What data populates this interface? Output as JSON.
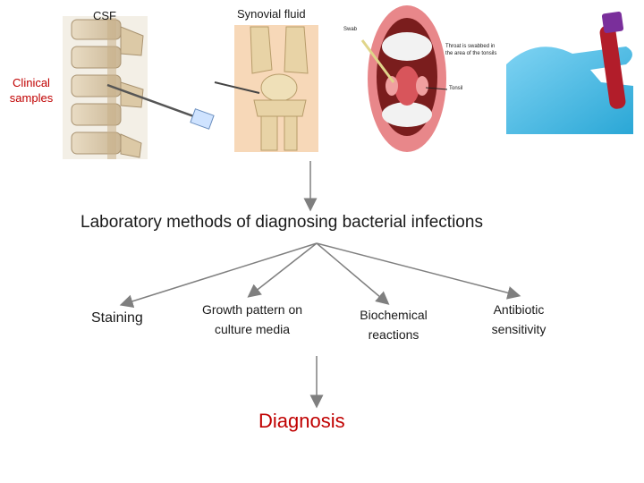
{
  "labels": {
    "csf": "CSF",
    "synovial": "Synovial fluid",
    "clinical_samples": "Clinical samples",
    "main_title": "Laboratory methods of diagnosing bacterial infections",
    "staining": "Staining",
    "growth": "Growth pattern on culture media",
    "biochemical": "Biochemical reactions",
    "antibiotic": "Antibiotic sensitivity",
    "diagnosis": "Diagnosis"
  },
  "throat_annotations": {
    "swab": "Swab",
    "note": "Throat is swabbed in the area of the tonsils",
    "tonsil": "Tonsil"
  },
  "colors": {
    "accent_red": "#c00000",
    "arrow_gray": "#7f7f7f",
    "text": "#1a1a1a"
  }
}
